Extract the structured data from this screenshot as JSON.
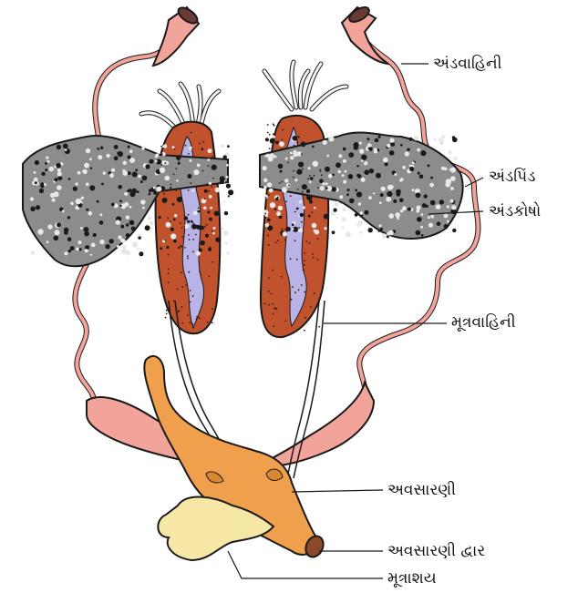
{
  "labels": {
    "oviduct": "અંડવાહિની",
    "ovary": "અંડપિંડ",
    "ovisac": "અંડકોષો",
    "ureter": "મૂત્રવાહિની",
    "cloaca": "અવસારણી",
    "cloacal_aperture": "અવસારણી દ્વાર",
    "urinary_bladder": "મૂત્રાશય"
  },
  "colors": {
    "oviduct": "#f2a39a",
    "kidney": "#c0532e",
    "kidney_canal": "#b9b3e6",
    "ovary": "#8c8c8c",
    "cloaca": "#f0a04c",
    "bladder": "#f7e7a6",
    "outline": "#1a1a1a"
  }
}
